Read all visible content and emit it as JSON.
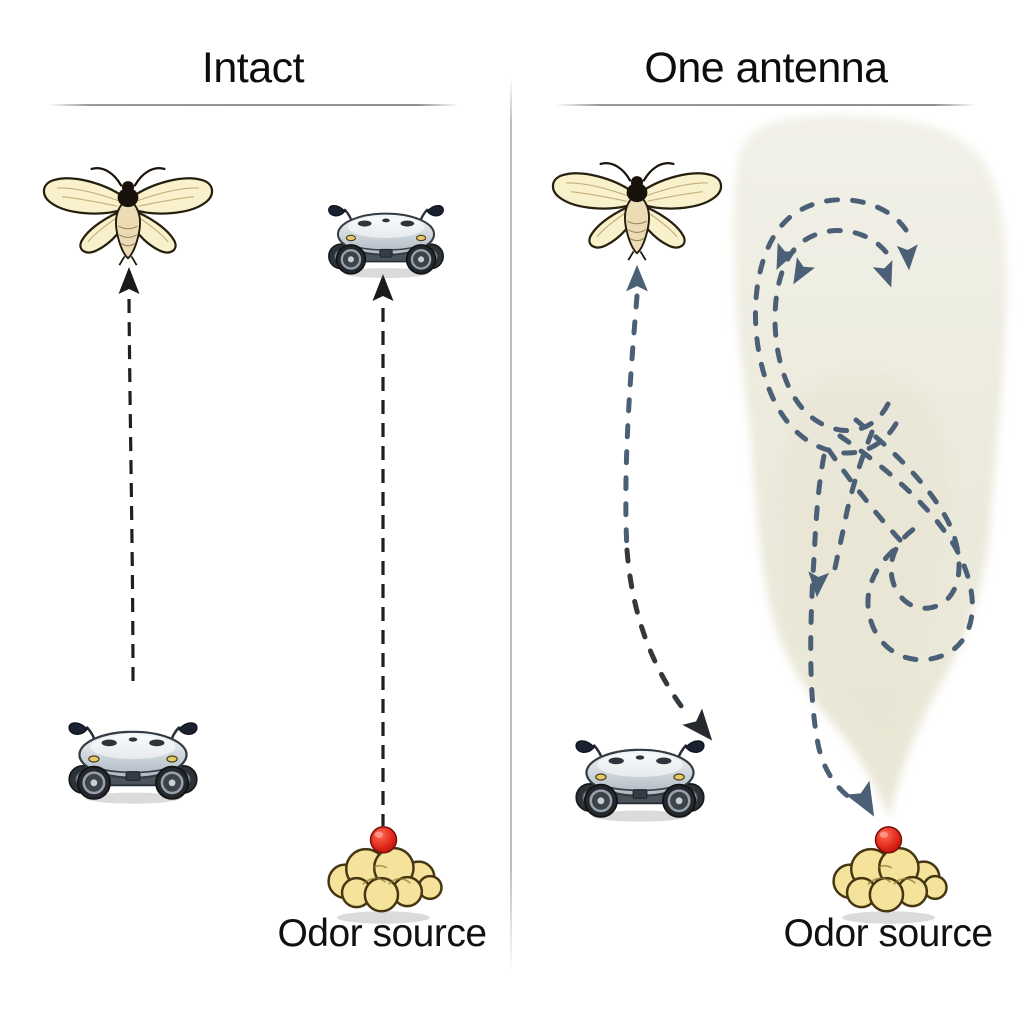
{
  "figure": {
    "type": "scientific-diagram",
    "panels": [
      {
        "id": "intact",
        "title": "Intact",
        "odor_source_label": "Odor source",
        "entities": [
          "moth",
          "robot",
          "odor-source"
        ],
        "trajectory_style": "straight vertical dashed lines with upward arrowheads"
      },
      {
        "id": "one-antenna",
        "title": "One antenna",
        "odor_source_label": "Odor source",
        "entities": [
          "moth",
          "robot",
          "odor-plume",
          "odor-source"
        ],
        "trajectory_style": "curved dashed path toward robot and figure-eight looping dashed path spiraling into odor source"
      }
    ]
  },
  "colors": {
    "background": "#ffffff",
    "divider": "#bdbdbd",
    "trajectory_black": "#1f1f1f",
    "trajectory_slate": "#4b5f76",
    "plume_fill": "#edebdd",
    "cloud_fill": "#f5e39b",
    "cloud_outline": "#453712",
    "odor_dot_red": "#cd1710",
    "moth_wing": "#f9f1cb",
    "robot_body_light": "#f7f9fa",
    "robot_body_dark": "#aeb8c1"
  }
}
